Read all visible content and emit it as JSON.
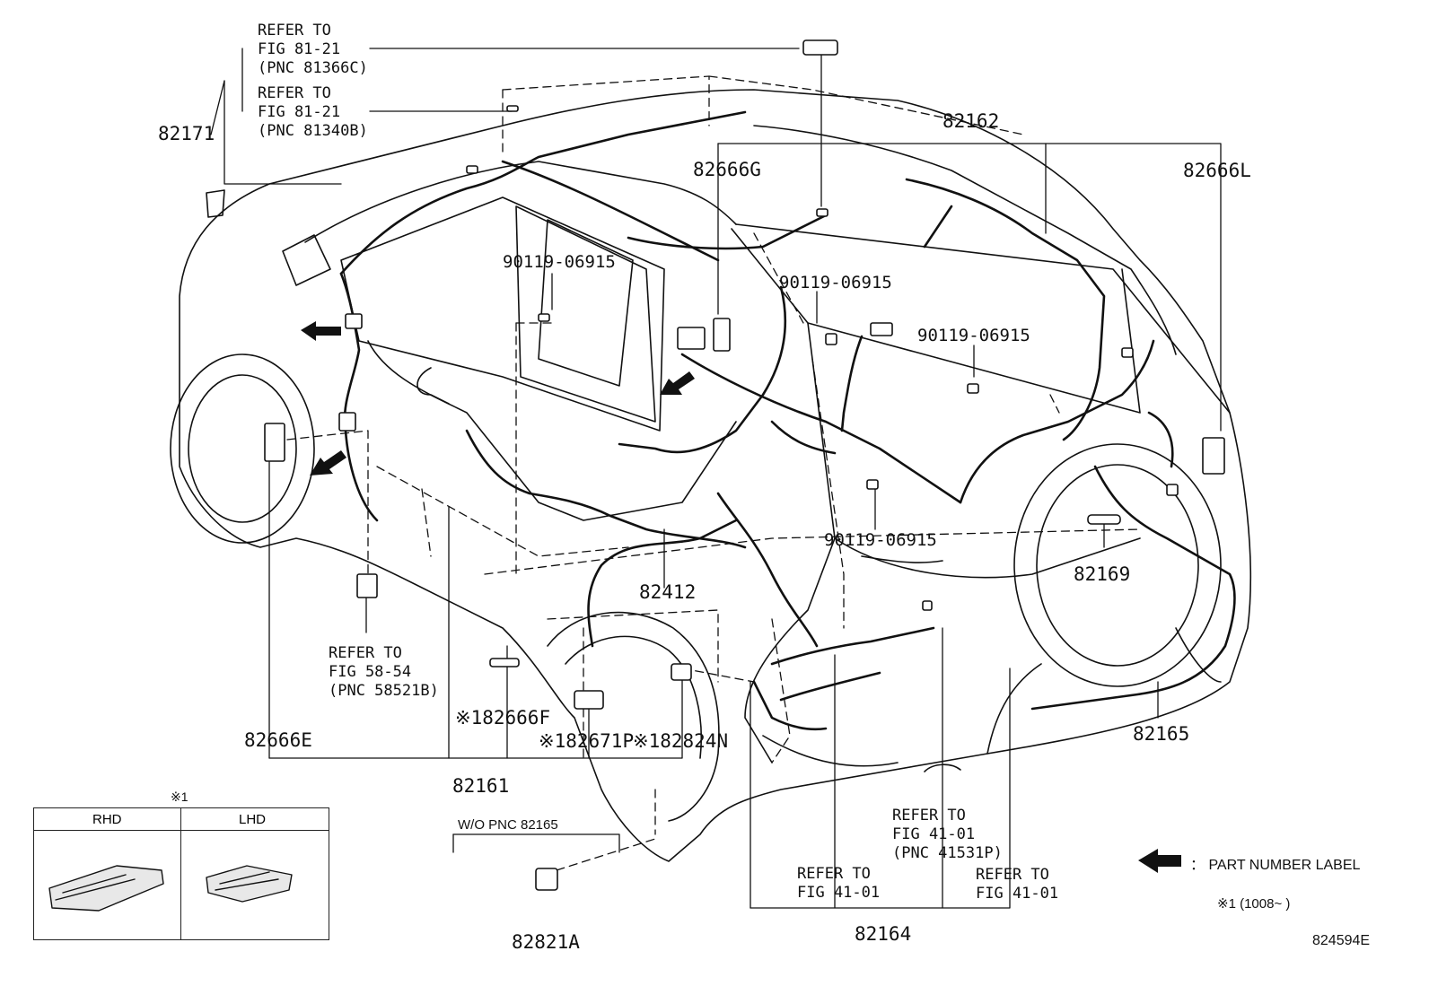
{
  "diagram_id": "824594E",
  "part_labels": {
    "p82171": "82171",
    "p82162": "82162",
    "p82666G": "82666G",
    "p82666L": "82666L",
    "p90119_a": "90119-06915",
    "p90119_b": "90119-06915",
    "p90119_c": "90119-06915",
    "p90119_d": "90119-06915",
    "p82169": "82169",
    "p82412": "82412",
    "p82165": "82165",
    "p82666E": "82666E",
    "p82666F": "※182666F",
    "p82671P": "※182671P",
    "p82824N": "※182824N",
    "p82161": "82161",
    "p82821A": "82821A",
    "p82164": "82164"
  },
  "refs": {
    "r1": "REFER TO\nFIG 81-21\n(PNC 81366C)",
    "r2": "REFER TO\nFIG 81-21\n(PNC 81340B)",
    "r3": "REFER TO\nFIG 58-54\n(PNC 58521B)",
    "r4": "REFER TO\nFIG 41-01\n(PNC 41531P)",
    "r5": "REFER TO\nFIG 41-01",
    "r6": "REFER TO\nFIG 41-01"
  },
  "wo_note": "W/O PNC 82165",
  "legend": {
    "mark": "※1",
    "rhd": "RHD",
    "lhd": "LHD",
    "part_number_label": "：  PART NUMBER LABEL",
    "date_note": "※1 (1008~      )"
  }
}
